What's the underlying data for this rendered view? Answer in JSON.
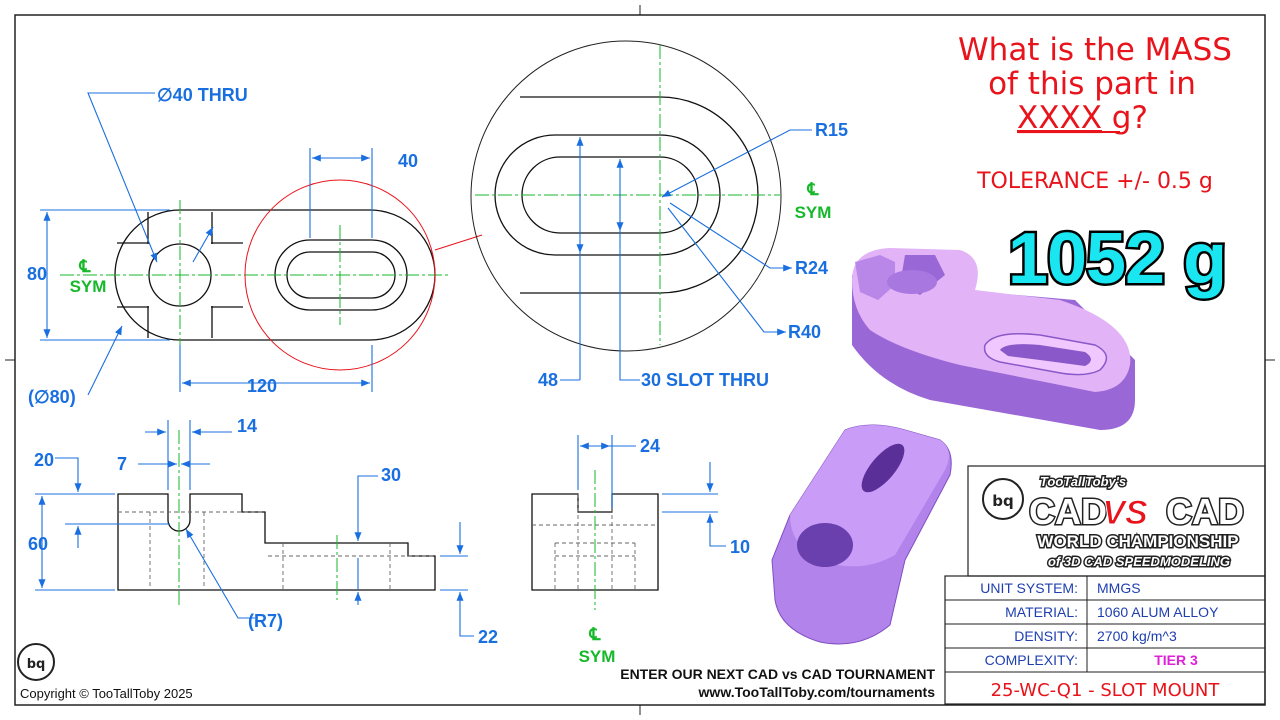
{
  "question": {
    "line1": "What is the MASS",
    "line2": "of this part in",
    "line3_unit_placeholder": "XXXX",
    "line3_suffix": " g?",
    "tolerance": "TOLERANCE +/- 0.5 g",
    "answer": "1052 g"
  },
  "dimensions": {
    "dia40": "∅40 THRU",
    "d40": "40",
    "r15": "R15",
    "r24": "R24",
    "r40": "R40",
    "d80": "80",
    "dia80": "(∅80)",
    "d120": "120",
    "d48": "48",
    "slot": "30 SLOT THRU",
    "d14": "14",
    "d20": "20",
    "d7": "7",
    "d30": "30",
    "d60": "60",
    "r7": "(R7)",
    "d22": "22",
    "d24": "24",
    "d10": "10"
  },
  "symmetry": {
    "cl": "℄",
    "sym": "SYM"
  },
  "brand": {
    "by": "TooTallToby's",
    "cad1": "CAD",
    "vs": "VS",
    "cad2": "CAD",
    "wc": "WORLD CHAMPIONSHIP",
    "sub": "of 3D CAD SPEEDMODELING"
  },
  "specs": [
    {
      "label": "UNIT SYSTEM:",
      "value": "MMGS"
    },
    {
      "label": "MATERIAL:",
      "value": "1060 ALUM ALLOY"
    },
    {
      "label": "DENSITY:",
      "value": "2700 kg/m^3"
    },
    {
      "label": "COMPLEXITY:",
      "value": "TIER 3"
    }
  ],
  "part_id": "25-WC-Q1 - SLOT MOUNT",
  "footer": {
    "promo1": "ENTER OUR NEXT CAD vs CAD TOURNAMENT",
    "promo2": "www.TooTallToby.com/tournaments",
    "copyright": "Copyright © TooTallToby 2025"
  },
  "colors": {
    "dimension": "#1a6fe0",
    "centerline": "#16b92a",
    "question": "#e8131b",
    "answer_fill": "#19e6f0",
    "part": "#c89bf5",
    "complexity": "#e020d8"
  }
}
